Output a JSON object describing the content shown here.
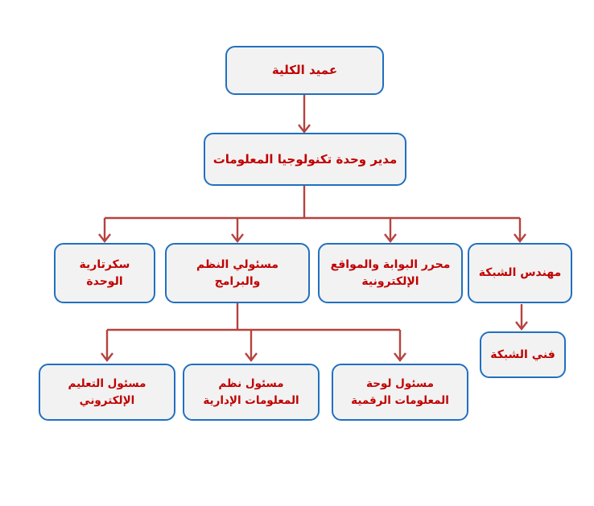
{
  "title": "IT unit organizational chart",
  "colors": {
    "background": "#FFFFFF",
    "box_border": "#2070C0",
    "box_fill": "#F2F2F2",
    "label": "#C00000",
    "connector": "#B5433E"
  },
  "nodes": {
    "dean": {
      "label": "عميد الكلية"
    },
    "director": {
      "label": "مدير وحدة تكنولوجيا المعلومات"
    },
    "secretary": {
      "label": "سكرتارية\nالوحدة"
    },
    "systems": {
      "label": "مسئولي النظم\nوالبرامج"
    },
    "portal": {
      "label": "محرر البوابة والمواقع\nالإلكترونية"
    },
    "network_engineer": {
      "label": "مهندس الشبكة"
    },
    "network_technician": {
      "label": "فني الشبكة"
    },
    "elearning": {
      "label": "مسئول التعليم\nالإلكتروني"
    },
    "mis": {
      "label": "مسئول نظم\nالمعلومات الإدارية"
    },
    "dashboard": {
      "label": "مسئول لوحة\nالمعلومات الرقمية"
    }
  },
  "edges": [
    {
      "from": "dean",
      "to": "director"
    },
    {
      "from": "director",
      "to": "secretary"
    },
    {
      "from": "director",
      "to": "systems"
    },
    {
      "from": "director",
      "to": "portal"
    },
    {
      "from": "director",
      "to": "network_engineer"
    },
    {
      "from": "systems",
      "to": "elearning"
    },
    {
      "from": "systems",
      "to": "mis"
    },
    {
      "from": "systems",
      "to": "dashboard"
    },
    {
      "from": "network_engineer",
      "to": "network_technician"
    }
  ]
}
